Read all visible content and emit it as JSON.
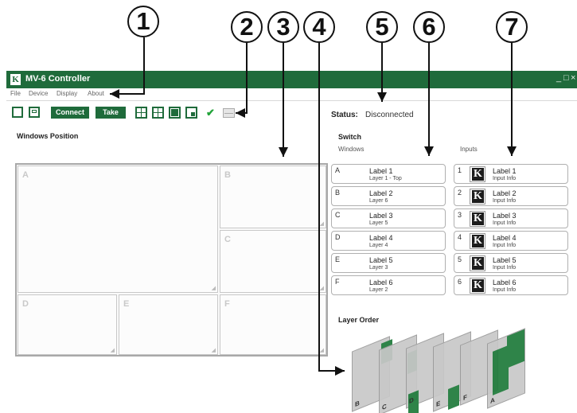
{
  "callouts": [
    "1",
    "2",
    "3",
    "4",
    "5",
    "6",
    "7"
  ],
  "window": {
    "title": "MV-6 Controller",
    "logo_letter": "K",
    "controls": [
      "_",
      "□",
      "×"
    ]
  },
  "menu": [
    "File",
    "Device",
    "Display",
    "About"
  ],
  "toolbar": {
    "connect_label": "Connect",
    "take_label": "Take"
  },
  "windows_position": {
    "title": "Windows Position",
    "panes": [
      "A",
      "B",
      "C",
      "D",
      "E",
      "F"
    ]
  },
  "status": {
    "label": "Status:",
    "value": "Disconnected"
  },
  "switch": {
    "title": "Switch",
    "windows_header": "Windows",
    "inputs_header": "Inputs",
    "windows": [
      {
        "id": "A",
        "label": "Label 1",
        "sub": "Layer 1 - Top"
      },
      {
        "id": "B",
        "label": "Label 2",
        "sub": "Layer 6"
      },
      {
        "id": "C",
        "label": "Label 3",
        "sub": "Layer 5"
      },
      {
        "id": "D",
        "label": "Label 4",
        "sub": "Layer 4"
      },
      {
        "id": "E",
        "label": "Label 5",
        "sub": "Layer 3"
      },
      {
        "id": "F",
        "label": "Label 6",
        "sub": "Layer 2"
      }
    ],
    "inputs": [
      {
        "id": "1",
        "label": "Label 1",
        "sub": "Input Info"
      },
      {
        "id": "2",
        "label": "Label 2",
        "sub": "Input Info"
      },
      {
        "id": "3",
        "label": "Label 3",
        "sub": "Input Info"
      },
      {
        "id": "4",
        "label": "Label 4",
        "sub": "Input Info"
      },
      {
        "id": "5",
        "label": "Label 5",
        "sub": "Input Info"
      },
      {
        "id": "6",
        "label": "Label 6",
        "sub": "Input Info"
      }
    ]
  },
  "layer_order": {
    "title": "Layer Order",
    "layers": [
      "B",
      "C",
      "D",
      "E",
      "F",
      "A"
    ]
  },
  "colors": {
    "brand_green": "#1f6b3b",
    "window_green": "#1e7a3a"
  }
}
